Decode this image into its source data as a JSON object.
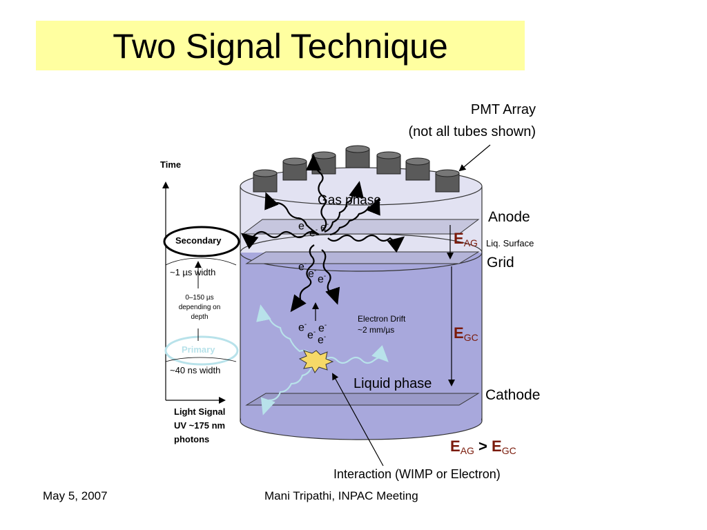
{
  "title": "Two Signal Technique",
  "pmt_label_line1": "PMT Array",
  "pmt_label_line2": "(not all tubes shown)",
  "gas_phase": "Gas phase",
  "liquid_phase": "Liquid phase",
  "anode": "Anode",
  "liq_surface": "Liq. Surface",
  "grid": "Grid",
  "cathode": "Cathode",
  "e_ag": {
    "main": "E",
    "sub": "AG"
  },
  "e_gc": {
    "main": "E",
    "sub": "GC"
  },
  "field_relation": {
    "left_main": "E",
    "left_sub": "AG",
    "op": ">",
    "right_main": "E",
    "right_sub": "GC"
  },
  "electron": {
    "main": "e",
    "sup": "-"
  },
  "electron_drift_line1": "Electron Drift",
  "electron_drift_line2": "~2 mm/µs",
  "interaction": "Interaction (WIMP or Electron)",
  "timing": {
    "time_axis": "Time",
    "secondary": "Secondary",
    "width_secondary": "~1 µs width",
    "delay_line1": "0–150 µs",
    "delay_line2": "depending on",
    "delay_line3": "depth",
    "primary": "Primary",
    "width_primary": "~40 ns width",
    "axis_line1": "Light Signal",
    "axis_line2": "UV ~175 nm",
    "axis_line3": "photons"
  },
  "footer": {
    "date": "May 5, 2007",
    "author": "Mani Tripathi, INPAC Meeting"
  },
  "colors": {
    "title_bg": "#ffffa0",
    "gas_fill": "#e2e2f2",
    "liquid_fill": "#a8a8dc",
    "field_label": "#7a1a0a",
    "primary_photon": "#b8e2ea",
    "pmt_fill": "#5a5a5a"
  }
}
